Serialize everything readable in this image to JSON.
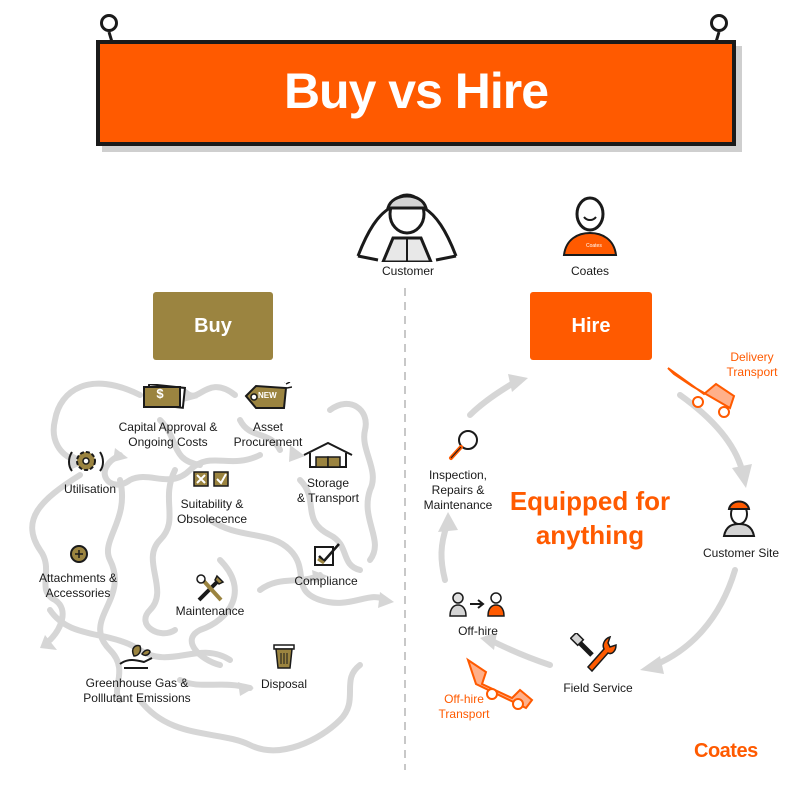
{
  "title": "Buy vs Hire",
  "actors": {
    "customer": "Customer",
    "coates": "Coates"
  },
  "buy": {
    "label": "Buy",
    "items": {
      "capital": [
        "Capital Approval &",
        "Ongoing Costs"
      ],
      "procurement": [
        "Asset",
        "Procurement"
      ],
      "utilisation": [
        "Utilisation"
      ],
      "storage": [
        "Storage",
        "& Transport"
      ],
      "suitability": [
        "Suitability &",
        "Obsolecence"
      ],
      "attachments": [
        "Attachments &",
        "Accessories"
      ],
      "compliance": [
        "Compliance"
      ],
      "maintenance": [
        "Maintenance"
      ],
      "greenhouse": [
        "Greenhouse Gas &",
        "Polllutant Emissions"
      ],
      "disposal": [
        "Disposal"
      ]
    },
    "badge_new": "NEW",
    "badge_dollar": "$"
  },
  "hire": {
    "label": "Hire",
    "delivery": [
      "Delivery",
      "Transport"
    ],
    "customer_site": [
      "Customer Site"
    ],
    "field_service": [
      "Field Service"
    ],
    "off_hire": [
      "Off-hire"
    ],
    "off_hire_transport": [
      "Off-hire",
      "Transport"
    ],
    "inspection": [
      "Inspection,",
      "Repairs &",
      "Maintenance"
    ],
    "tagline": [
      "Equipped for",
      "anything"
    ],
    "shirt_text": "Coates"
  },
  "brand": "Coates",
  "colors": {
    "orange": "#ff5a00",
    "gold": "#9b8440",
    "ink": "#1a1a1a",
    "squiggle": "#d6d6d6"
  }
}
